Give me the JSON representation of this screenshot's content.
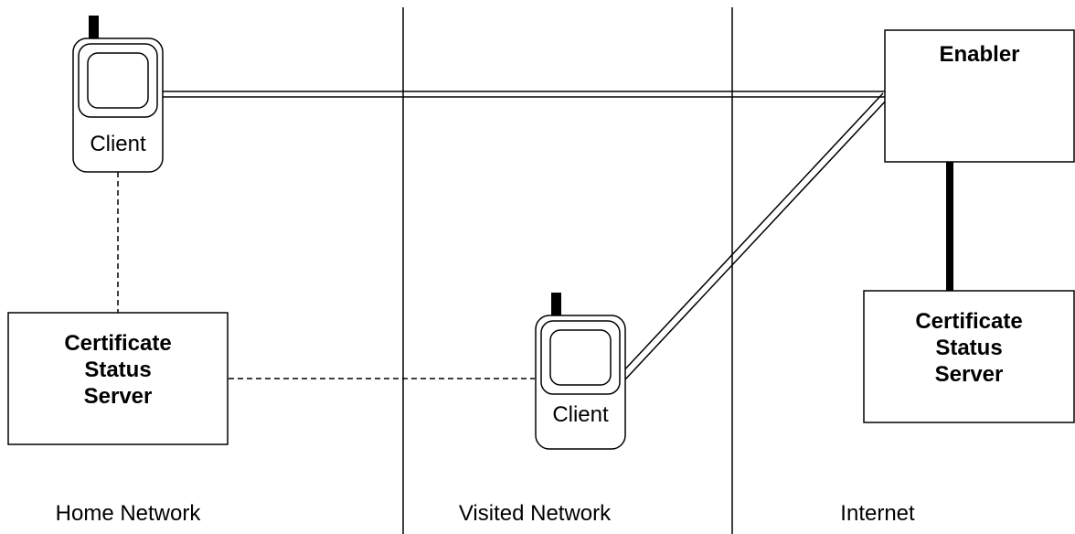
{
  "networks": {
    "home": "Home Network",
    "visited": "Visited Network",
    "internet": "Internet"
  },
  "home_client": {
    "label": "Client"
  },
  "visited_client": {
    "label": "Client"
  },
  "enabler": {
    "label": "Enabler"
  },
  "home_cert_server": {
    "lines": [
      "Certificate",
      "Status",
      "Server"
    ]
  },
  "internet_cert_server": {
    "lines": [
      "Certificate",
      "Status",
      "Server"
    ]
  }
}
